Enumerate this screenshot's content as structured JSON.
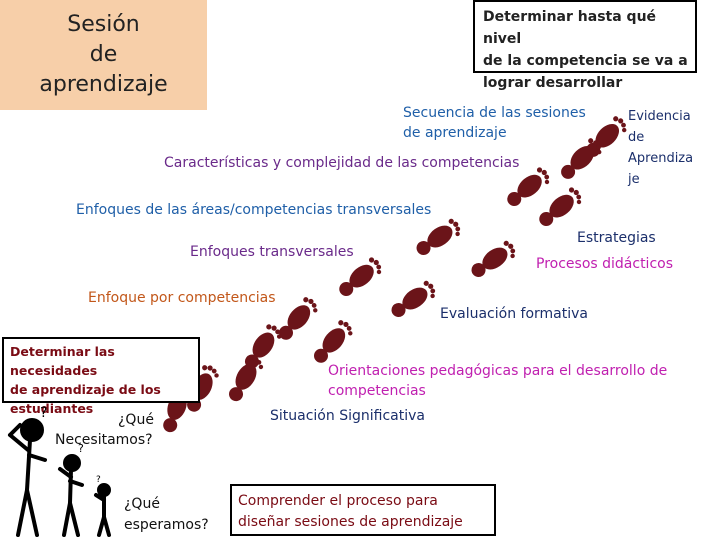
{
  "title": {
    "line1": "Sesión",
    "line2": "de",
    "line3": "aprendizaje"
  },
  "goal_box": {
    "line1": "Determinar hasta qué nivel",
    "line2": "de la competencia se va a",
    "line3": "lograr desarrollar"
  },
  "labels": {
    "secuencia_1": "Secuencia de las sesiones",
    "secuencia_2": "de aprendizaje",
    "evidencia_1": "Evidencia",
    "evidencia_2": "de",
    "evidencia_3": "Aprendiza",
    "evidencia_4": "je",
    "caracteristicas": "Características y complejidad de las competencias",
    "enfoques_areas": "Enfoques de las áreas/competencias transversales",
    "estrategias": "Estrategias",
    "enfoques_transversales": "Enfoques transversales",
    "procesos": "Procesos didácticos",
    "enfoque_competencias": "Enfoque por competencias",
    "evaluacion": "Evaluación formativa",
    "orientaciones_1": "Orientaciones pedagógicas para el desarrollo de",
    "orientaciones_2": "competencias",
    "situacion": "Situación Significativa",
    "que_necesitamos_1": "¿Qué",
    "que_necesitamos_2": "Necesitamos?",
    "que_esperamos_1": "¿Qué",
    "que_esperamos_2": "esperamos?"
  },
  "needs_box": {
    "line1": "Determinar las necesidades",
    "line2": "de aprendizaje de los",
    "line3": "estudiantes"
  },
  "understand_box": {
    "line1": "Comprender el proceso para",
    "line2": "diseñar sesiones de aprendizaje"
  },
  "colors": {
    "title_bg": "#f7cfa9",
    "footprint": "#6b1419"
  },
  "icons": [
    "footprint-icon",
    "thinking-people-icon"
  ]
}
